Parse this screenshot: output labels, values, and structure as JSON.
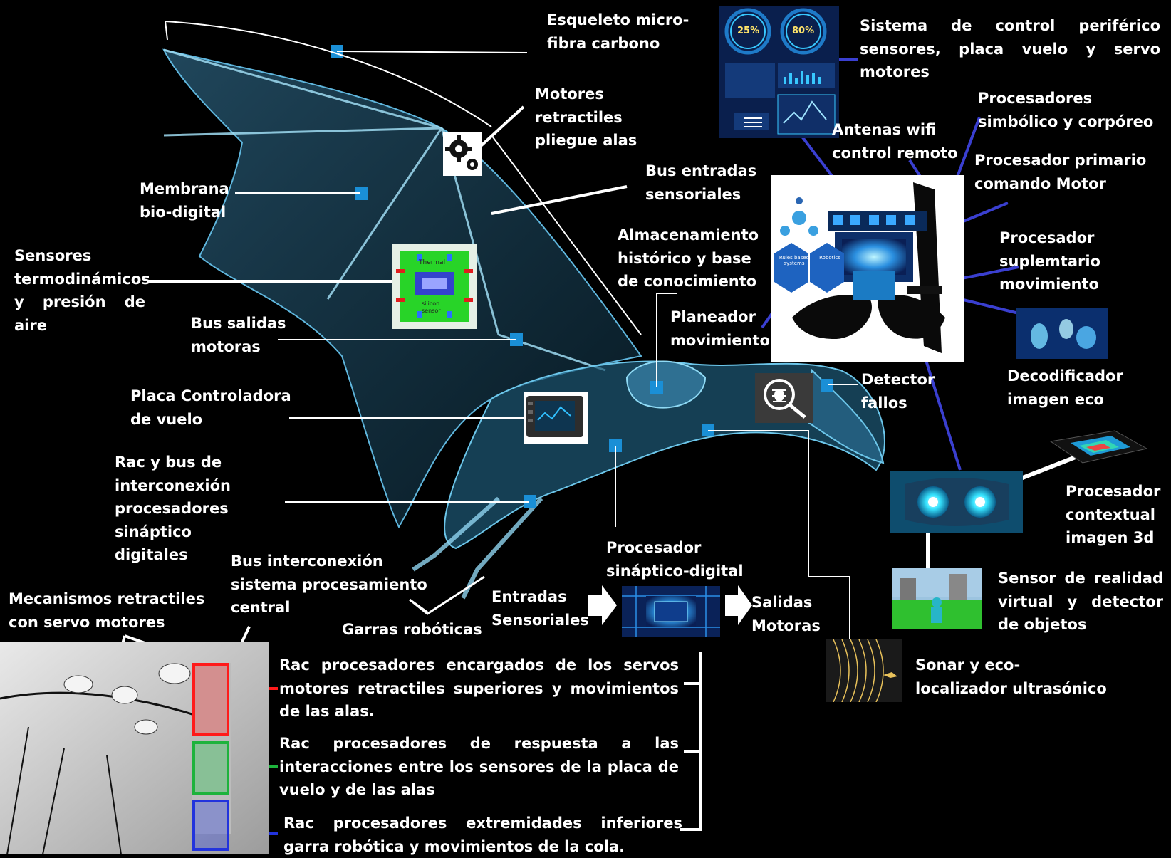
{
  "labels": {
    "esqueleto": "Esqueleto micro-\nfibra carbono",
    "motores_retractiles": "Motores\nretractiles\npliegue alas",
    "membrana": "Membrana\nbio-digital",
    "bus_entradas": "Bus entradas\nsensoriales",
    "sensores_termo": "Sensores\ntermodinámicos\ny presión de\naire",
    "bus_salidas": "Bus salidas\nmotoras",
    "placa_controladora": "Placa Controladora\nde vuelo",
    "rac_bus": "Rac y bus de\ninterconexión\nprocesadores\nsináptico\ndigitales",
    "bus_interconexion": "Bus interconexión\nsistema procesamiento\ncentral",
    "mecanismos": "Mecanismos retractiles\ncon servo motores",
    "garras": "Garras robóticas",
    "entradas_sensoriales": "Entradas\nSensoriales",
    "procesador_sinaptico": "Procesador\nsináptico-digital",
    "salidas_motoras": "Salidas\nMotoras",
    "sistema_control": "Sistema de control periférico sensores, placa vuelo y servo motores",
    "procesadores_simbolico": "Procesadores\nsimbólico y corpóreo",
    "antenas": "Antenas wifi\ncontrol remoto",
    "procesador_primario": "Procesador primario\ncomando Motor",
    "almacenamiento": "Almacenamiento\nhistórico y base\nde conocimiento",
    "procesador_suplementario": "Procesador\nsuplemtario\nmovimiento",
    "planeador": "Planeador\nmovimiento",
    "detector_fallos": "Detector\nfallos",
    "decodificador": "Decodificador\nimagen eco",
    "procesador_contextual": "Procesador\ncontextual\nimagen 3d",
    "sensor_realidad": "Sensor de realidad virtual y detector de objetos",
    "sonar": "Sonar y eco-\nlocalizador ultrasónico",
    "rac_servos": "Rac procesadores encargados de los servos motores retractiles superiores y movimientos de las alas.",
    "rac_respuesta": "Rac procesadores de respuesta a las interacciones entre los sensores de la placa de vuelo y de las alas",
    "rac_extremidades": "Rac procesadores extremidades inferiores garra robótica y movimientos de la cola."
  },
  "gauges": {
    "left": "25%",
    "right": "80%"
  },
  "circuit_texts": {
    "top": "Thermal",
    "bottom": "silicon\nsensor"
  },
  "kb_texts": {
    "rules": "Rules based systems",
    "robotics": "Robotics"
  },
  "colors": {
    "bat": "#4fb3d9",
    "marker": "#1a8fd6",
    "leader_blue": "#3a3fd0",
    "rac_red": "#ff1a1a",
    "rac_green": "#1db33c",
    "rac_blue": "#2233dd"
  },
  "icons": [
    "gear-icon",
    "bug-icon",
    "magnifier-icon",
    "arrow-right-icon"
  ]
}
